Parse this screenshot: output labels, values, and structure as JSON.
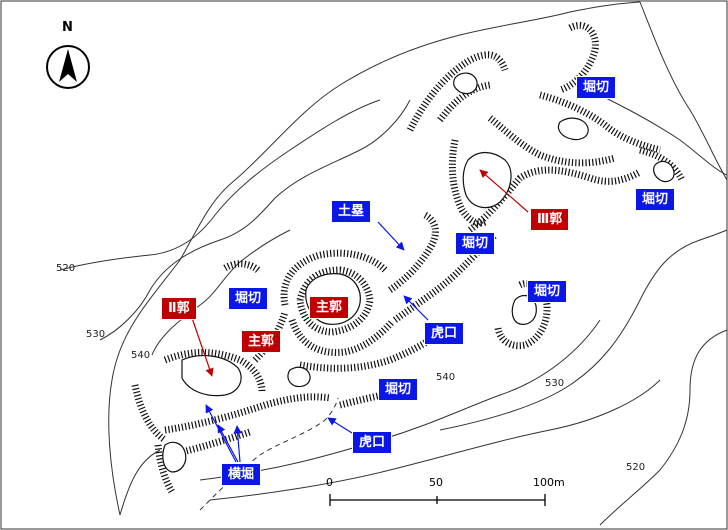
{
  "north_label": "N",
  "contours": [
    "520",
    "530",
    "540",
    "540",
    "530",
    "520"
  ],
  "scale": {
    "start": "0",
    "mid": "50",
    "end": "100m"
  },
  "labels": {
    "horikiri_1": "堀切",
    "horikiri_2": "堀切",
    "horikiri_3": "堀切",
    "horikiri_4": "堀切",
    "horikiri_5": "堀切",
    "horikiri_6": "堀切",
    "dorui": "土塁",
    "kuruwa_3": "Ⅲ郭",
    "kuruwa_2": "Ⅱ郭",
    "shukaku_inner": "主郭",
    "shukaku_outer": "主郭",
    "koguchi_1": "虎口",
    "koguchi_2": "虎口",
    "yokobori": "横堀"
  },
  "colors": {
    "label_blue": "#0a17e8",
    "label_red": "#c00000"
  }
}
